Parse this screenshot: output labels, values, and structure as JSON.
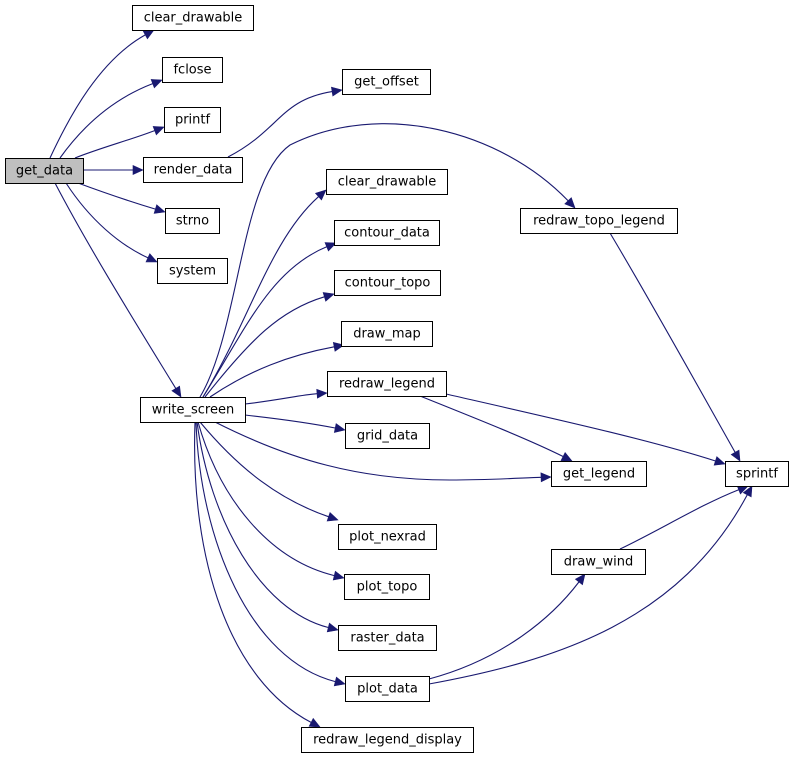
{
  "nodes": {
    "get_data": {
      "label": "get_data"
    },
    "clear_drawable_1": {
      "label": "clear_drawable"
    },
    "fclose": {
      "label": "fclose"
    },
    "printf": {
      "label": "printf"
    },
    "render_data": {
      "label": "render_data"
    },
    "strno": {
      "label": "strno"
    },
    "system": {
      "label": "system"
    },
    "get_offset": {
      "label": "get_offset"
    },
    "write_screen": {
      "label": "write_screen"
    },
    "clear_drawable_2": {
      "label": "clear_drawable"
    },
    "redraw_topo_legend": {
      "label": "redraw_topo_legend"
    },
    "contour_data": {
      "label": "contour_data"
    },
    "contour_topo": {
      "label": "contour_topo"
    },
    "draw_map": {
      "label": "draw_map"
    },
    "redraw_legend": {
      "label": "redraw_legend"
    },
    "grid_data": {
      "label": "grid_data"
    },
    "get_legend": {
      "label": "get_legend"
    },
    "sprintf": {
      "label": "sprintf"
    },
    "plot_nexrad": {
      "label": "plot_nexrad"
    },
    "draw_wind": {
      "label": "draw_wind"
    },
    "plot_topo": {
      "label": "plot_topo"
    },
    "raster_data": {
      "label": "raster_data"
    },
    "plot_data": {
      "label": "plot_data"
    },
    "redraw_legend_display": {
      "label": "redraw_legend_display"
    }
  },
  "edges": [
    {
      "from": "get_data",
      "to": "clear_drawable_1"
    },
    {
      "from": "get_data",
      "to": "fclose"
    },
    {
      "from": "get_data",
      "to": "printf"
    },
    {
      "from": "get_data",
      "to": "render_data"
    },
    {
      "from": "get_data",
      "to": "strno"
    },
    {
      "from": "get_data",
      "to": "system"
    },
    {
      "from": "get_data",
      "to": "write_screen"
    },
    {
      "from": "render_data",
      "to": "get_offset"
    },
    {
      "from": "write_screen",
      "to": "clear_drawable_2"
    },
    {
      "from": "write_screen",
      "to": "redraw_topo_legend"
    },
    {
      "from": "write_screen",
      "to": "contour_data"
    },
    {
      "from": "write_screen",
      "to": "contour_topo"
    },
    {
      "from": "write_screen",
      "to": "draw_map"
    },
    {
      "from": "write_screen",
      "to": "redraw_legend"
    },
    {
      "from": "write_screen",
      "to": "grid_data"
    },
    {
      "from": "write_screen",
      "to": "get_legend"
    },
    {
      "from": "write_screen",
      "to": "plot_nexrad"
    },
    {
      "from": "write_screen",
      "to": "plot_topo"
    },
    {
      "from": "write_screen",
      "to": "raster_data"
    },
    {
      "from": "write_screen",
      "to": "plot_data"
    },
    {
      "from": "write_screen",
      "to": "redraw_legend_display"
    },
    {
      "from": "redraw_topo_legend",
      "to": "sprintf"
    },
    {
      "from": "redraw_legend",
      "to": "get_legend"
    },
    {
      "from": "redraw_legend",
      "to": "sprintf"
    },
    {
      "from": "draw_wind",
      "to": "sprintf"
    },
    {
      "from": "plot_data",
      "to": "draw_wind"
    },
    {
      "from": "plot_data",
      "to": "sprintf"
    }
  ],
  "colors": {
    "edge": "#191970",
    "root_fill": "#bfbfbf",
    "node_fill": "#ffffff",
    "node_stroke": "#000000"
  }
}
